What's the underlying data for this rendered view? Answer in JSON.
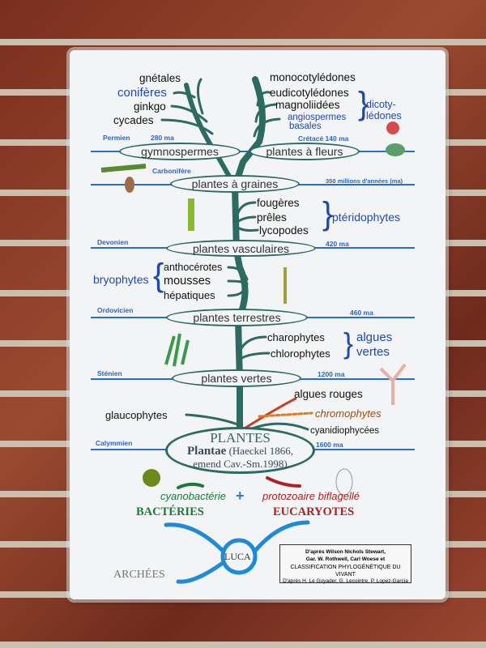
{
  "gymnosperms": {
    "branches": [
      "gnétales",
      "conifères",
      "ginkgo",
      "cycades"
    ],
    "node": "gymnospermes"
  },
  "flowering": {
    "branches": [
      "monocotylédones",
      "eudicotylédones",
      "magnoliidées",
      "angiospermes",
      "basales"
    ],
    "group": [
      "dicoty-",
      "lédones"
    ],
    "node": "plantes à fleurs"
  },
  "eras": {
    "permien": "Permien",
    "permien_age": "280 ma",
    "cretace": "Crétacé  140 ma",
    "carbonifere": "Carbonifère",
    "seed_age": "350 millions d'années (ma)",
    "devonien": "Devonien",
    "devonien_age": "420 ma",
    "ordovicien": "Ordovicien",
    "ordovicien_age": "460 ma",
    "stenien": "Sténien",
    "stenien_age": "1200 ma",
    "calymmien": "Calymmien",
    "calymmien_age": "1600 ma"
  },
  "nodes": {
    "seeds": "plantes à graines",
    "vascular": "plantes vasculaires",
    "terrestrial": "plantes terrestres",
    "green": "plantes vertes"
  },
  "pteridophytes": {
    "branches": [
      "fougères",
      "prêles",
      "lycopodes"
    ],
    "group": "ptéridophytes"
  },
  "bryophytes": {
    "branches": [
      "anthocérotes",
      "mousses",
      "hépatiques"
    ],
    "group": "bryophytes"
  },
  "green_algae": {
    "branches": [
      "charophytes",
      "chlorophytes"
    ],
    "group": [
      "algues",
      "vertes"
    ]
  },
  "other": {
    "red": "algues rouges",
    "chromo": "chromophytes",
    "glauco": "glaucophytes",
    "cyanidio": "cyanidiophycées"
  },
  "root": {
    "title": "PLANTES",
    "latin": "Plantae",
    "ref1": "(Haeckel 1866,",
    "ref2": "emend Cav.-Sm.1998)"
  },
  "origins": {
    "cyano": "cyanobactérie",
    "plus": "+",
    "protozoa": "protozoaire biflagellé",
    "bacteria": "BACTÉRIES",
    "eukaryotes": "EUCARYOTES",
    "luca": "LUCA",
    "archaea": "ARCHÉES"
  },
  "credits": [
    "D'après Wilson Nichols Stewart,",
    "Gar. W. Rothwell, Carl Woese et",
    "CLASSIFICATION PHYLOGÉNÉTIQUE DU VIVANT",
    "D'après H. Le Guyader, G. Lecointre, P. Lopez-Garcia"
  ],
  "colors": {
    "trunk": "#2c6a62",
    "blue": "#1f4aa8",
    "green": "#1a7a3a",
    "red": "#a82020"
  }
}
